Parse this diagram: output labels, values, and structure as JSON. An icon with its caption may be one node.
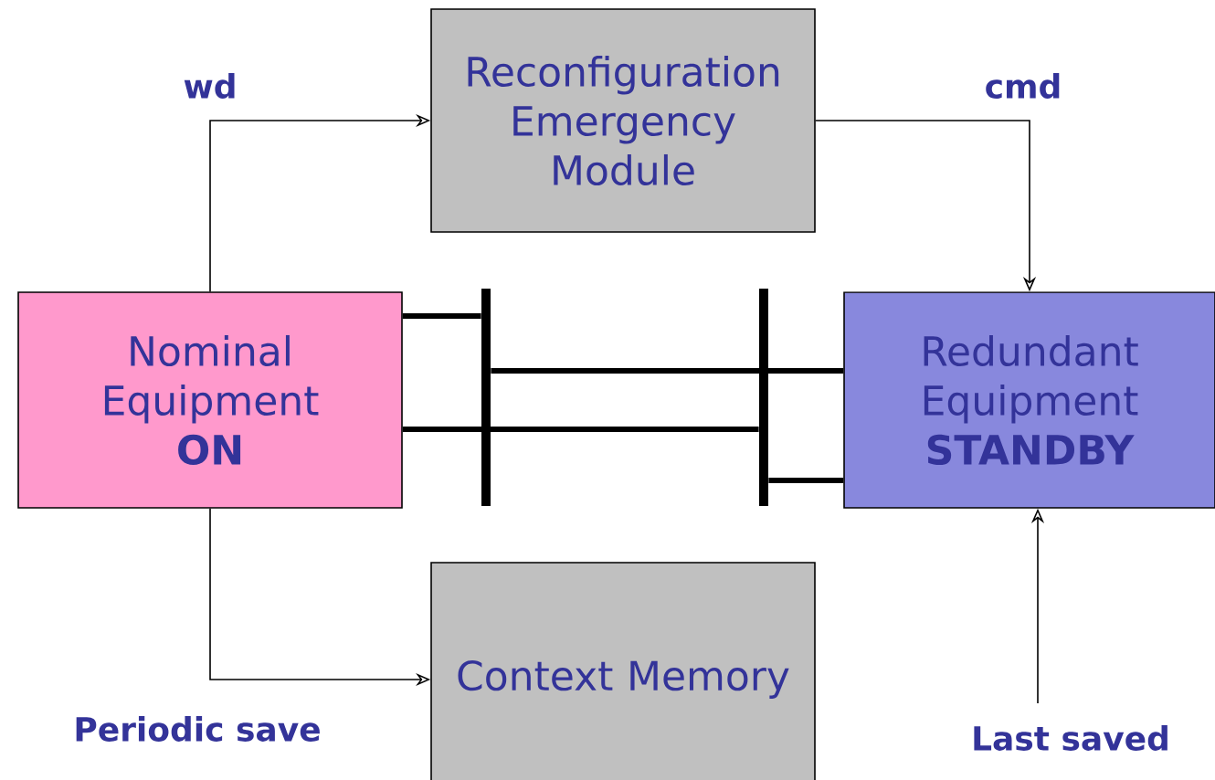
{
  "diagram": {
    "nodes": [
      {
        "text": [
          "Reconfiguration Emergency Module"
        ]
      },
      {
        "text": [
          "Nominal Equipment",
          "ON"
        ]
      },
      {
        "text": [],
        "shape": "bar"
      },
      {
        "text": [],
        "shape": "bar"
      },
      {
        "text": [
          "Redundant Equipment",
          "STANDBY"
        ]
      },
      {
        "text": [
          "Context Memory"
        ]
      }
    ],
    "edges": [
      {
        "from": 1,
        "to": 0,
        "arrow": "to",
        "label": "wd"
      },
      {
        "from": 0,
        "to": 4,
        "arrow": "to",
        "label": "cmd"
      },
      {
        "from": 1,
        "to": 5,
        "arrow": "to",
        "label": "Periodic save"
      },
      {
        "from": null,
        "to": 4,
        "arrow": "to",
        "label": "Last saved"
      },
      {
        "from": 1,
        "to": 2,
        "arrow": "none",
        "style": "thick"
      },
      {
        "from": 2,
        "to": 4,
        "arrow": "none",
        "style": "thick"
      },
      {
        "from": 1,
        "to": 3,
        "arrow": "none",
        "style": "thick"
      },
      {
        "from": 3,
        "to": 4,
        "arrow": "none",
        "style": "thick"
      }
    ]
  }
}
